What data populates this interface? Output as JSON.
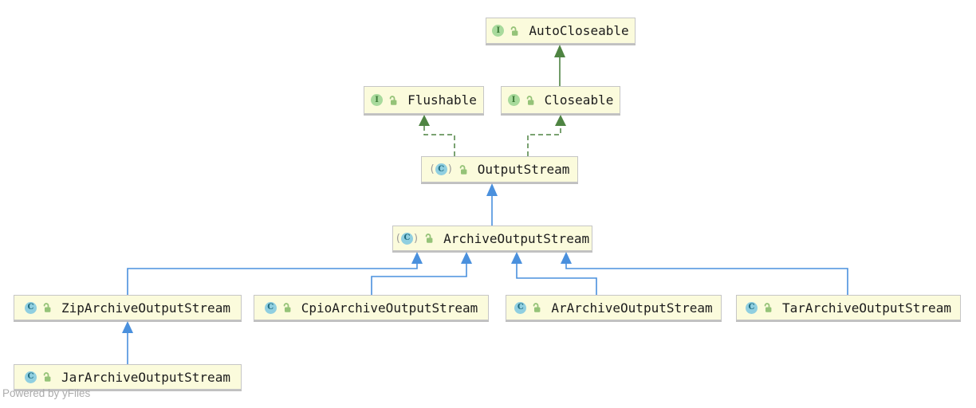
{
  "diagram": {
    "type": "uml-class-hierarchy",
    "watermark": "Powered by yFiles",
    "icons": {
      "interface_letter": "I",
      "class_letter": "C",
      "paren_open": "(",
      "paren_close": ")"
    },
    "nodes": {
      "autocloseable": {
        "label": "AutoCloseable",
        "kind": "interface",
        "library_parens": false
      },
      "flushable": {
        "label": "Flushable",
        "kind": "interface",
        "library_parens": false
      },
      "closeable": {
        "label": "Closeable",
        "kind": "interface",
        "library_parens": false
      },
      "outputstream": {
        "label": "OutputStream",
        "kind": "class",
        "library_parens": true
      },
      "archiveoutputstream": {
        "label": "ArchiveOutputStream",
        "kind": "class",
        "library_parens": true
      },
      "zip": {
        "label": "ZipArchiveOutputStream",
        "kind": "class",
        "library_parens": false
      },
      "cpio": {
        "label": "CpioArchiveOutputStream",
        "kind": "class",
        "library_parens": false
      },
      "ar": {
        "label": "ArArchiveOutputStream",
        "kind": "class",
        "library_parens": false
      },
      "tar": {
        "label": "TarArchiveOutputStream",
        "kind": "class",
        "library_parens": false
      },
      "jar": {
        "label": "JarArchiveOutputStream",
        "kind": "class",
        "library_parens": false
      }
    },
    "edges": [
      {
        "from": "Closeable",
        "to": "AutoCloseable",
        "type": "extends",
        "style": "solid-green"
      },
      {
        "from": "OutputStream",
        "to": "Flushable",
        "type": "implements",
        "style": "dashed-green"
      },
      {
        "from": "OutputStream",
        "to": "Closeable",
        "type": "implements",
        "style": "dashed-green"
      },
      {
        "from": "ArchiveOutputStream",
        "to": "OutputStream",
        "type": "extends",
        "style": "solid-blue"
      },
      {
        "from": "ZipArchiveOutputStream",
        "to": "ArchiveOutputStream",
        "type": "extends",
        "style": "solid-blue"
      },
      {
        "from": "CpioArchiveOutputStream",
        "to": "ArchiveOutputStream",
        "type": "extends",
        "style": "solid-blue"
      },
      {
        "from": "ArArchiveOutputStream",
        "to": "ArchiveOutputStream",
        "type": "extends",
        "style": "solid-blue"
      },
      {
        "from": "TarArchiveOutputStream",
        "to": "ArchiveOutputStream",
        "type": "extends",
        "style": "solid-blue"
      },
      {
        "from": "JarArchiveOutputStream",
        "to": "ZipArchiveOutputStream",
        "type": "extends",
        "style": "solid-blue"
      }
    ],
    "colors": {
      "node_fill": "#fbfbdc",
      "node_border": "#c6c6c6",
      "extends_class_arrow": "#4a90dd",
      "extends_interface_arrow": "#4e8442",
      "interface_icon_bg": "#a8da9c",
      "interface_icon_letter": "#3c7a36",
      "class_icon_bg": "#90cfe0",
      "class_icon_letter": "#1e6b80",
      "unlock_icon": "#95c378",
      "watermark_text": "#acacac"
    }
  }
}
